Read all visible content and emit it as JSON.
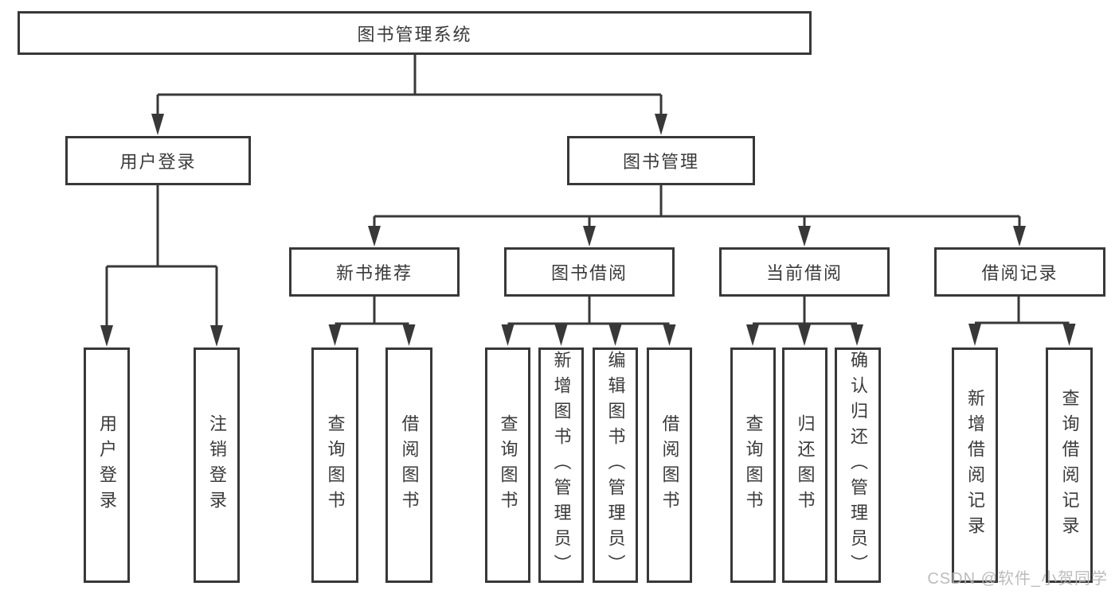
{
  "tree": {
    "label": "图书管理系统",
    "children": [
      {
        "label": "用户登录",
        "children": [
          {
            "label": "用户登录"
          },
          {
            "label": "注销登录"
          }
        ]
      },
      {
        "label": "图书管理",
        "children": [
          {
            "label": "新书推荐",
            "children": [
              {
                "label": "查询图书"
              },
              {
                "label": "借阅图书"
              }
            ]
          },
          {
            "label": "图书借阅",
            "children": [
              {
                "label": "查询图书"
              },
              {
                "label": "新增图书（管理员）"
              },
              {
                "label": "编辑图书（管理员）"
              },
              {
                "label": "借阅图书"
              }
            ]
          },
          {
            "label": "当前借阅",
            "children": [
              {
                "label": "查询图书"
              },
              {
                "label": "归还图书"
              },
              {
                "label": "确认归还（管理员）"
              }
            ]
          },
          {
            "label": "借阅记录",
            "children": [
              {
                "label": "新增借阅记录"
              },
              {
                "label": "查询借阅记录"
              }
            ]
          }
        ]
      }
    ]
  },
  "watermark": "CSDN @软件_小贺同学",
  "colors": {
    "line": "#383838",
    "text": "#3a3a3a",
    "watermark": "#b5b5b5",
    "background": "#ffffff"
  }
}
